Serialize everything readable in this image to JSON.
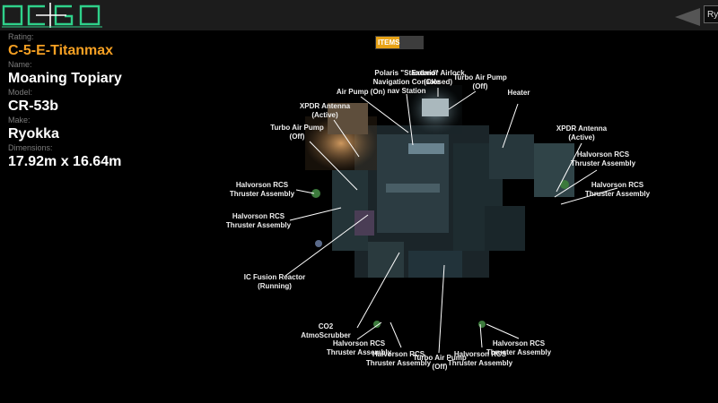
{
  "header": {
    "logo_text": "OCGO",
    "search_value": "Ryo"
  },
  "ship_info": {
    "rating_label": "Rating:",
    "rating_value": "C-5-E-Titanmax",
    "name_label": "Name:",
    "name_value": "Moaning Topiary",
    "model_label": "Model:",
    "model_value": "CR-53b",
    "make_label": "Make:",
    "make_value": "Ryokka",
    "dimensions_label": "Dimensions:",
    "dimensions_value": "17.92m x 16.64m"
  },
  "items_button": {
    "label": "ITEMS"
  },
  "colors": {
    "rating": "#f5a023",
    "items_fill": "#e7a216",
    "logo": "#2fd18a"
  },
  "callouts": [
    {
      "id": "polaris",
      "line1": "Polaris \"Standard\"",
      "line2": "Navigation Console",
      "line3": "nav Station"
    },
    {
      "id": "airlock",
      "line1": "Exterior Airlock",
      "line2": "(Closed)"
    },
    {
      "id": "turbo-pump-top",
      "line1": "Turbo Air Pump",
      "line2": "(Off)"
    },
    {
      "id": "heater",
      "line1": "Heater"
    },
    {
      "id": "air-pump-on",
      "line1": "Air Pump (On)"
    },
    {
      "id": "xpdr-left",
      "line1": "XPDR Antenna",
      "line2": "(Active)"
    },
    {
      "id": "turbo-pump-left",
      "line1": "Turbo Air Pump",
      "line2": "(Off)"
    },
    {
      "id": "xpdr-right",
      "line1": "XPDR Antenna",
      "line2": "(Active)"
    },
    {
      "id": "rcs-right-1",
      "line1": "Halvorson RCS",
      "line2": "Thruster Assembly"
    },
    {
      "id": "rcs-right-2",
      "line1": "Halvorson RCS",
      "line2": "Thruster Assembly"
    },
    {
      "id": "rcs-left-1",
      "line1": "Halvorson RCS",
      "line2": "Thruster Assembly"
    },
    {
      "id": "rcs-left-2",
      "line1": "Halvorson RCS",
      "line2": "Thruster Assembly"
    },
    {
      "id": "fusion",
      "line1": "IC Fusion Reactor",
      "line2": "(Running)"
    },
    {
      "id": "co2",
      "line1": "CO2",
      "line2": "AtmoScrubber"
    },
    {
      "id": "rcs-bottom-1",
      "line1": "Halvorson RCS",
      "line2": "Thruster Assembly"
    },
    {
      "id": "rcs-bottom-2",
      "line1": "Halvorson RCS",
      "line2": "Thruster Assembly"
    },
    {
      "id": "turbo-pump-bottom",
      "line1": "Turbo Air Pump",
      "line2": "(Off)"
    },
    {
      "id": "rcs-bottom-3",
      "line1": "Halvorson RCS",
      "line2": "Thruster Assembly"
    },
    {
      "id": "rcs-bottom-4",
      "line1": "Halvorson RCS",
      "line2": "Thruster Assembly"
    }
  ]
}
